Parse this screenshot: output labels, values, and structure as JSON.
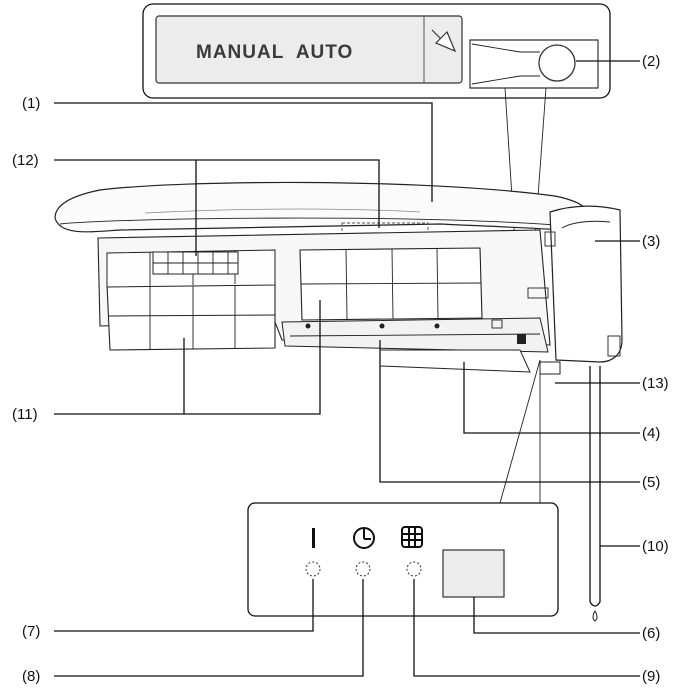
{
  "zoom_panel": {
    "switch_text": "MANUAL  AUTO"
  },
  "callouts": {
    "c1": "(1)",
    "c2": "(2)",
    "c3": "(3)",
    "c4": "(4)",
    "c5": "(5)",
    "c6": "(6)",
    "c7": "(7)",
    "c8": "(8)",
    "c9": "(9)",
    "c10": "(10)",
    "c11": "(11)",
    "c12": "(12)",
    "c13": "(13)"
  },
  "icons": {
    "power": "power-indicator-icon",
    "timer": "timer-icon",
    "filter": "filter-grid-icon",
    "drain": "water-drop-icon"
  }
}
